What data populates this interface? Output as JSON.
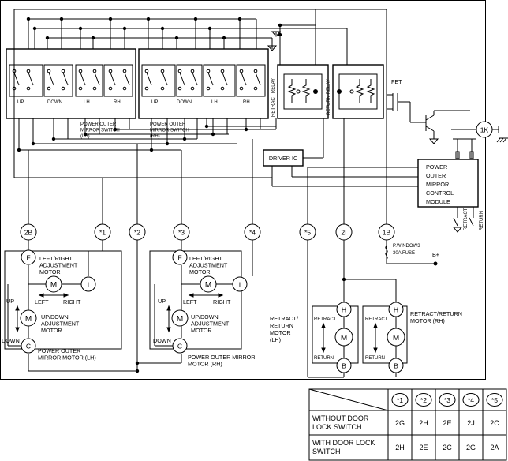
{
  "switch_lh": {
    "name": "POWER OUTER MIRROR SWITCH (LH)",
    "name_lines": [
      "POWER OUTER",
      "MIRROR SWITCH",
      "(LH)"
    ],
    "labels": [
      "UP",
      "DOWN",
      "LH",
      "RH"
    ]
  },
  "switch_rh": {
    "name_lines": [
      "POWER OUTER",
      "MIRROR SWITCH",
      "(RH)"
    ],
    "labels": [
      "UP",
      "DOWN",
      "LH",
      "RH"
    ]
  },
  "relays": {
    "retract": "RETRACT RELAY",
    "return": "RETURN RELAY",
    "fet": "FET",
    "driver_ic": "DRIVER IC"
  },
  "module": {
    "lines": [
      "POWER",
      "OUTER",
      "MIRROR",
      "CONTROL",
      "MODULE"
    ],
    "retract": "RETRACT",
    "return": "RETURN",
    "terminal_1k": "1K"
  },
  "terminals": [
    "2B",
    "*1",
    "*2",
    "*3",
    "*4",
    "*5",
    "2I",
    "1B"
  ],
  "fuse": {
    "lines": [
      "P.WINDOW3",
      "30A FUSE"
    ],
    "battery": "B+"
  },
  "motor_lh": {
    "lr_lines": [
      "LEFT/RIGHT",
      "ADJUSTMENT",
      "MOTOR"
    ],
    "ud_lines": [
      "UP/DOWN",
      "ADJUSTMENT",
      "MOTOR"
    ],
    "left": "LEFT",
    "right": "RIGHT",
    "up": "UP",
    "down": "DOWN",
    "name_lines": [
      "POWER OUTER",
      "MIRROR MOTOR (LH)"
    ],
    "pins": {
      "f": "F",
      "i": "I",
      "c": "C"
    },
    "motor": "M"
  },
  "motor_rh": {
    "lr_lines": [
      "LEFT/RIGHT",
      "ADJUSTMENT",
      "MOTOR"
    ],
    "ud_lines": [
      "UP/DOWN",
      "ADJUSTMENT",
      "MOTOR"
    ],
    "left": "LEFT",
    "right": "RIGHT",
    "up": "UP",
    "down": "DOWN",
    "name_lines": [
      "POWER OUTER MIRROR",
      "MOTOR (RH)"
    ],
    "pins": {
      "f": "F",
      "i": "I",
      "c": "C"
    },
    "motor": "M"
  },
  "retract_motor_lh": {
    "name_lines": [
      "RETRACT/",
      "RETURN",
      "MOTOR",
      "(LH)"
    ],
    "retract": "RETRACT",
    "return": "RETURN",
    "pins": {
      "h": "H",
      "b": "B"
    },
    "motor": "M"
  },
  "retract_motor_rh": {
    "name_lines": [
      "RETRACT/RETURN",
      "MOTOR (RH)"
    ],
    "retract": "RETRACT",
    "return": "RETURN",
    "pins": {
      "h": "H",
      "b": "B"
    },
    "motor": "M"
  },
  "table": {
    "headers": [
      "*1",
      "*2",
      "*3",
      "*4",
      "*5"
    ],
    "rows": [
      {
        "label_lines": [
          "WITHOUT DOOR",
          "LOCK SWITCH"
        ],
        "values": [
          "2G",
          "2H",
          "2E",
          "2J",
          "2C"
        ]
      },
      {
        "label_lines": [
          "WITH DOOR LOCK",
          "SWITCH"
        ],
        "values": [
          "2H",
          "2E",
          "2C",
          "2G",
          "2A"
        ]
      }
    ]
  }
}
